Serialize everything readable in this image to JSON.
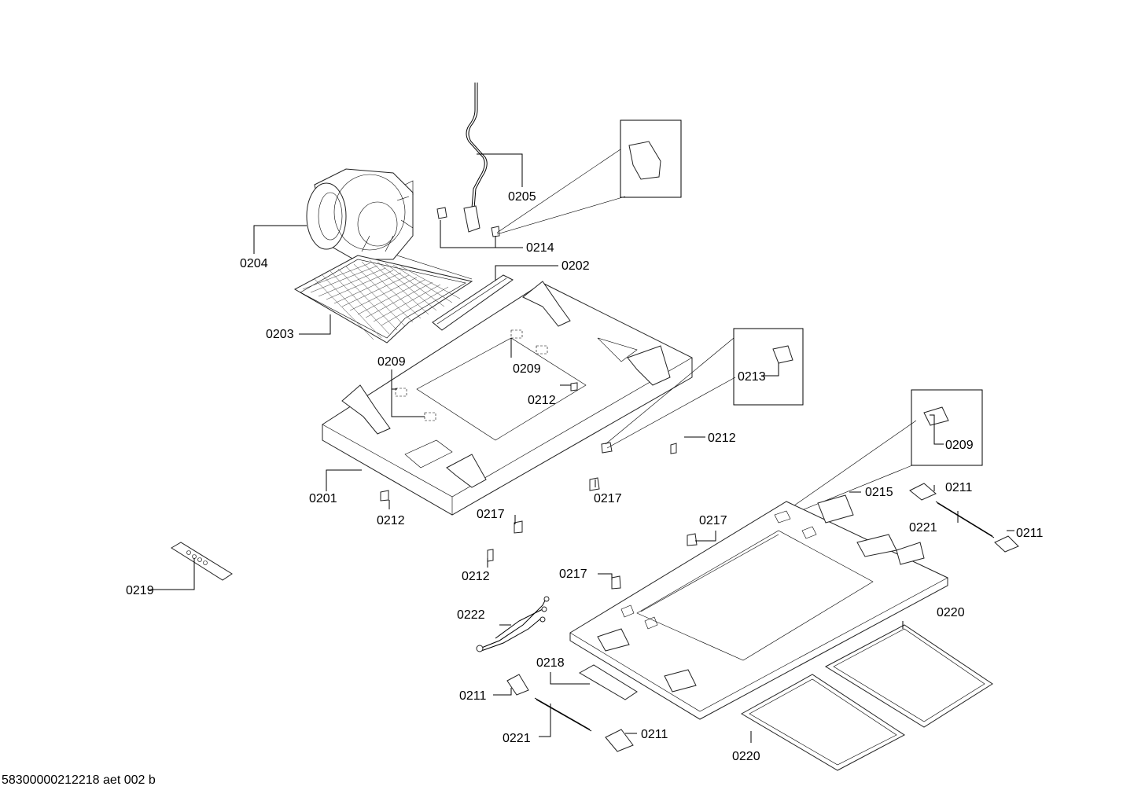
{
  "labels": {
    "l0201": "0201",
    "l0202": "0202",
    "l0203": "0203",
    "l0204": "0204",
    "l0205": "0205",
    "l0209a": "0209",
    "l0209b": "0209",
    "l0209c": "0209",
    "l0211a": "0211",
    "l0211b": "0211",
    "l0211c": "0211",
    "l0211d": "0211",
    "l0212a": "0212",
    "l0212b": "0212",
    "l0212c": "0212",
    "l0212d": "0212",
    "l0213": "0213",
    "l0214": "0214",
    "l0215": "0215",
    "l0217a": "0217",
    "l0217b": "0217",
    "l0217c": "0217",
    "l0217d": "0217",
    "l0218": "0218",
    "l0219": "0219",
    "l0220a": "0220",
    "l0220b": "0220",
    "l0221a": "0221",
    "l0221b": "0221",
    "l0222": "0222"
  },
  "footer": "58300000212218 aet 002 b"
}
